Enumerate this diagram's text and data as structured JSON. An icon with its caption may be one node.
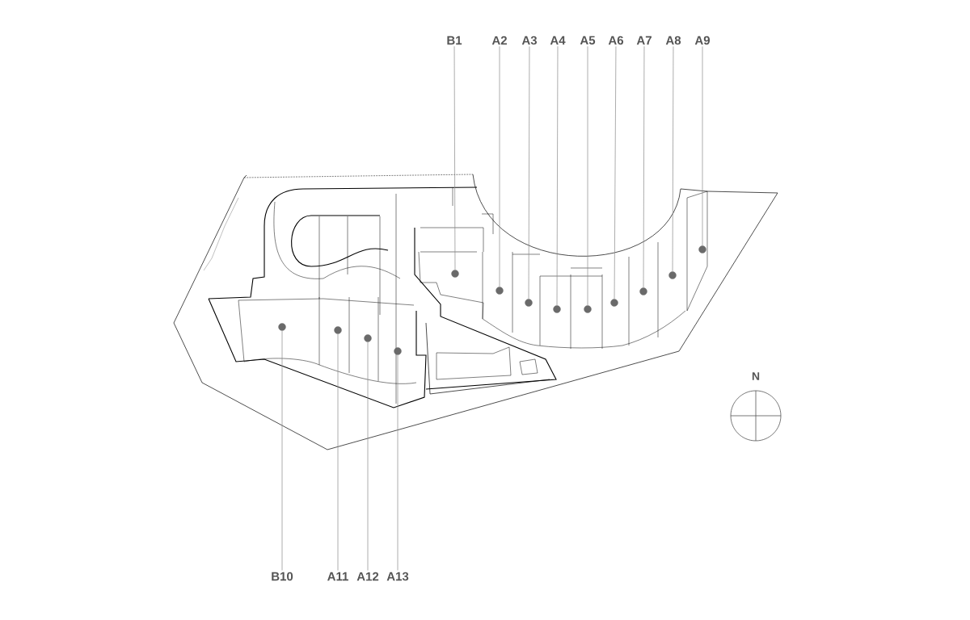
{
  "diagram": {
    "nodes": [
      {
        "text": [
          "B1"
        ]
      },
      {
        "text": [
          "A2"
        ]
      },
      {
        "text": [
          "A3"
        ]
      },
      {
        "text": [
          "A4"
        ]
      },
      {
        "text": [
          "A5"
        ]
      },
      {
        "text": [
          "A6"
        ]
      },
      {
        "text": [
          "A7"
        ]
      },
      {
        "text": [
          "A8"
        ]
      },
      {
        "text": [
          "A9"
        ]
      },
      {
        "text": [
          "B10"
        ]
      },
      {
        "text": [
          "A11"
        ]
      },
      {
        "text": [
          "A12"
        ]
      },
      {
        "text": [
          "A13"
        ]
      },
      {
        "text": [],
        "shape": "circle"
      },
      {
        "text": [],
        "shape": "circle"
      },
      {
        "text": [],
        "shape": "circle"
      },
      {
        "text": [],
        "shape": "circle"
      },
      {
        "text": [],
        "shape": "circle"
      },
      {
        "text": [],
        "shape": "circle"
      },
      {
        "text": [],
        "shape": "circle"
      },
      {
        "text": [],
        "shape": "circle"
      },
      {
        "text": [],
        "shape": "circle"
      },
      {
        "text": [],
        "shape": "circle"
      },
      {
        "text": [],
        "shape": "circle"
      },
      {
        "text": [],
        "shape": "circle"
      },
      {
        "text": [],
        "shape": "circle"
      }
    ],
    "edges": [
      {
        "from": 0,
        "to": 17,
        "arrow": "none"
      },
      {
        "from": 1,
        "to": 18,
        "arrow": "none"
      },
      {
        "from": 2,
        "to": 19,
        "arrow": "none"
      },
      {
        "from": 3,
        "to": 20,
        "arrow": "none"
      },
      {
        "from": 4,
        "to": 21,
        "arrow": "none"
      },
      {
        "from": 5,
        "to": 22,
        "arrow": "none"
      },
      {
        "from": 6,
        "to": 23,
        "arrow": "none"
      },
      {
        "from": 7,
        "to": 24,
        "arrow": "none"
      },
      {
        "from": 8,
        "to": 25,
        "arrow": "none"
      },
      {
        "from": 9,
        "to": 13,
        "arrow": "none"
      },
      {
        "from": 10,
        "to": 14,
        "arrow": "none"
      },
      {
        "from": 11,
        "to": 15,
        "arrow": "none"
      },
      {
        "from": 12,
        "to": 16,
        "arrow": "none"
      }
    ],
    "labels": [
      "N"
    ]
  }
}
